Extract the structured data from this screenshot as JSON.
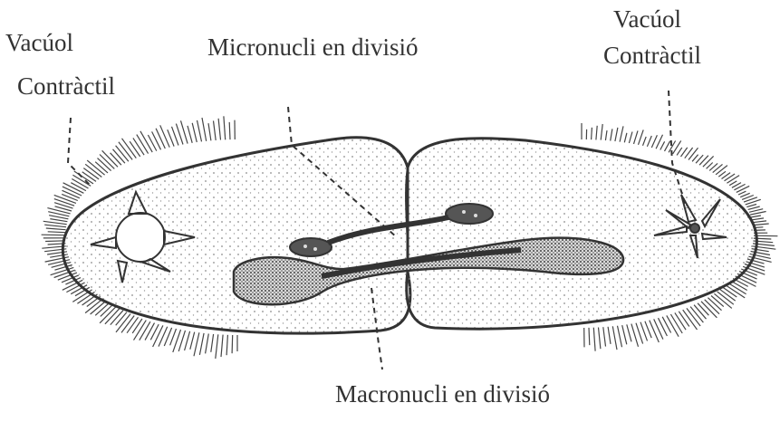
{
  "labels": {
    "vacuol_left_line1": "Vacúol",
    "vacuol_left_line2": "Contràctil",
    "vacuol_right_line1": "Vacúol",
    "vacuol_right_line2": "Contràctil",
    "micronucli": "Micronucli en divisió",
    "macronucli": "Macronucli en divisió"
  },
  "colors": {
    "ink": "#333333",
    "stipple": "#8a8a8a",
    "paper": "#ffffff"
  }
}
